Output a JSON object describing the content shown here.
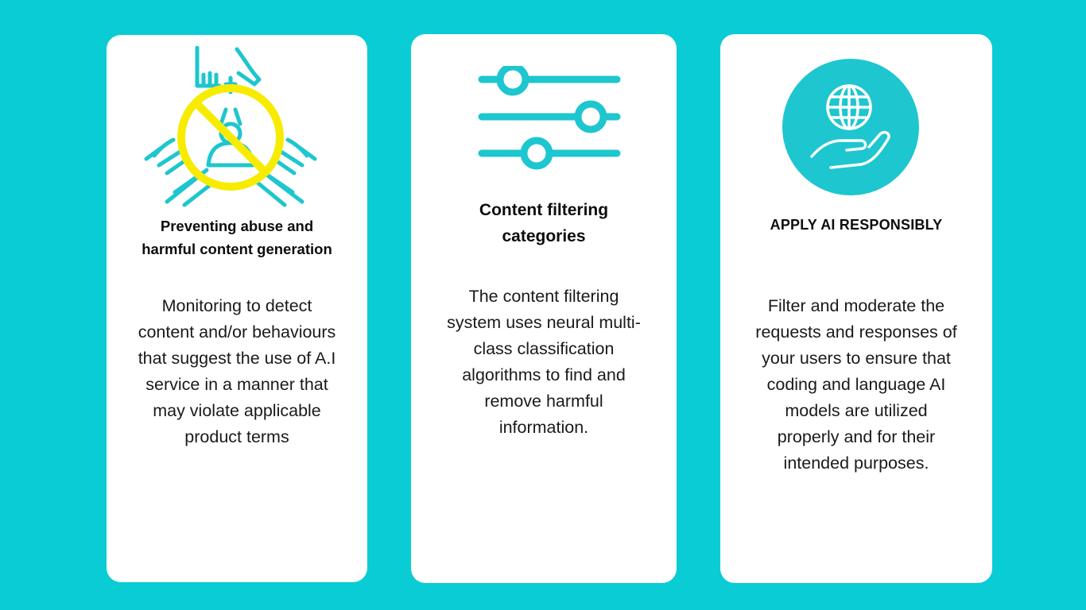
{
  "cards": [
    {
      "title": "Preventing abuse and harmful content generation",
      "body": "Monitoring to detect content and/or behaviours that suggest the use of A.I service in a manner that may violate applicable product terms",
      "icon": "no-abuse-hands-icon"
    },
    {
      "title": "Content filtering categories",
      "body": "The content filtering system uses neural multi-class classification algorithms to find and remove harmful information.",
      "icon": "sliders-filter-icon"
    },
    {
      "title": "APPLY AI RESPONSIBLY",
      "body": "Filter and moderate the requests and responses of your users to ensure that coding and language AI models are utilized properly and for their intended purposes.",
      "icon": "globe-in-hand-icon"
    }
  ],
  "colors": {
    "background": "#0accd4",
    "card": "#ffffff",
    "accent": "#1ec6cf",
    "prohibit": "#f7ec00",
    "text": "#0d0d0d"
  }
}
